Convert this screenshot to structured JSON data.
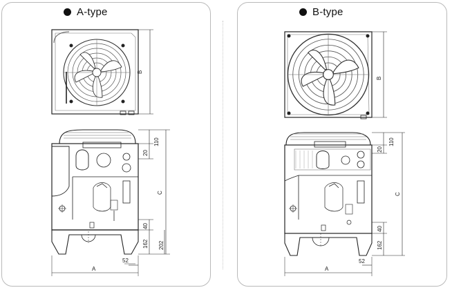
{
  "panels": [
    {
      "title": "A-type",
      "dims": {
        "A": "A",
        "B": "B",
        "C": "C",
        "d110": "110",
        "d20": "20",
        "d40": "40",
        "d162": "162",
        "d202": "202",
        "d52": "52"
      }
    },
    {
      "title": "B-type",
      "dims": {
        "A": "A",
        "B": "B",
        "C": "C",
        "d110": "110",
        "d20": "20",
        "d40": "40",
        "d162": "162",
        "d52": "52"
      }
    }
  ]
}
